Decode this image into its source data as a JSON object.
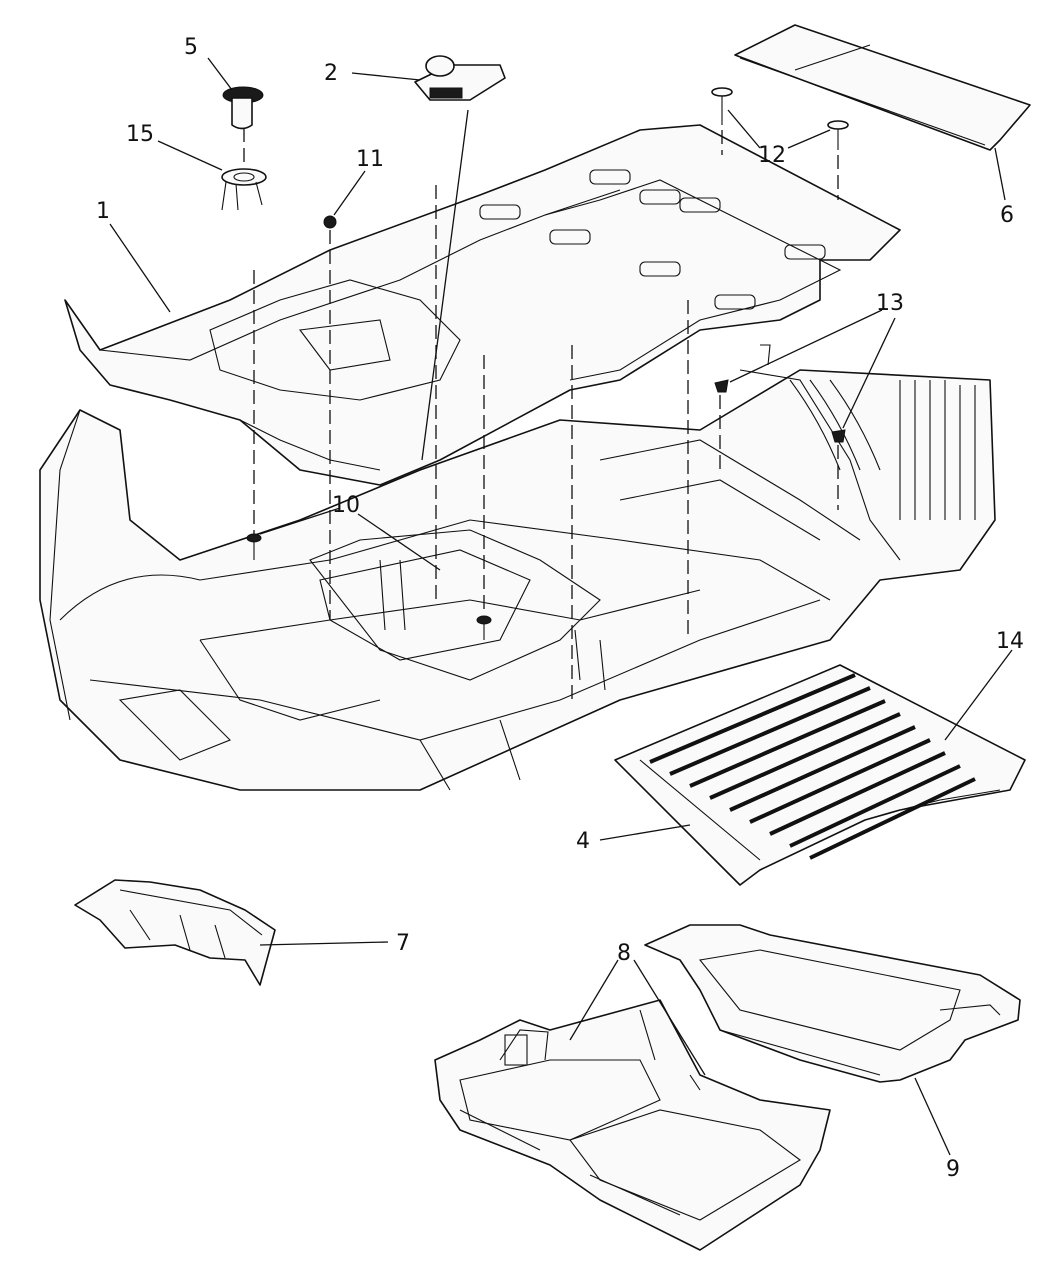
{
  "callouts": [
    {
      "id": "1",
      "label": "1"
    },
    {
      "id": "2",
      "label": "2"
    },
    {
      "id": "4",
      "label": "4"
    },
    {
      "id": "5",
      "label": "5"
    },
    {
      "id": "6",
      "label": "6"
    },
    {
      "id": "7",
      "label": "7"
    },
    {
      "id": "8",
      "label": "8"
    },
    {
      "id": "9",
      "label": "9"
    },
    {
      "id": "10",
      "label": "10"
    },
    {
      "id": "11",
      "label": "11"
    },
    {
      "id": "12",
      "label": "12"
    },
    {
      "id": "13",
      "label": "13"
    },
    {
      "id": "14",
      "label": "14"
    },
    {
      "id": "15",
      "label": "15"
    }
  ]
}
